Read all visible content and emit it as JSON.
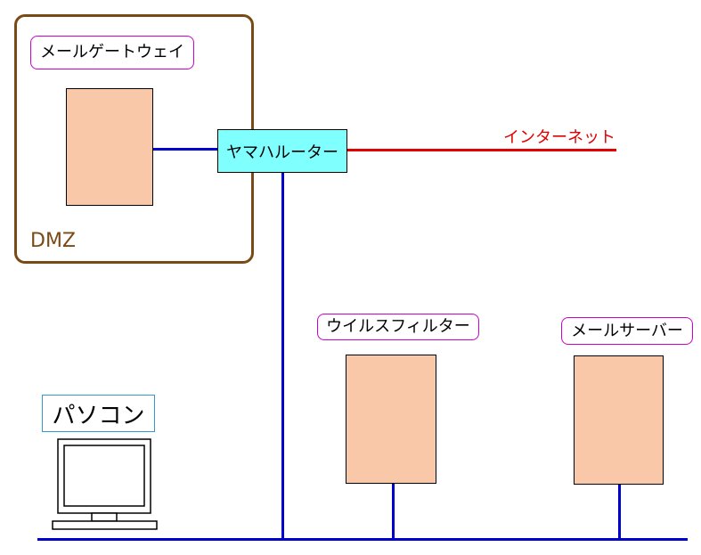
{
  "diagram": {
    "dmz_label": "DMZ",
    "mail_gateway_label": "メールゲートウェイ",
    "router_label": "ヤマハルーター",
    "internet_label": "インターネット",
    "virus_filter_label": "ウイルスフィルター",
    "mail_server_label": "メールサーバー",
    "pc_label": "パソコン"
  },
  "colors": {
    "dmz_border": "#7a4a16",
    "dmz_text": "#7a4a16",
    "lan_line": "#0000cc",
    "internet_line": "#e00000",
    "internet_text": "#e00000",
    "label_border": "#cc00cc",
    "router_fill": "#80ffff",
    "server_fill": "#f9c8a8",
    "pc_label_border": "#3399cc"
  }
}
